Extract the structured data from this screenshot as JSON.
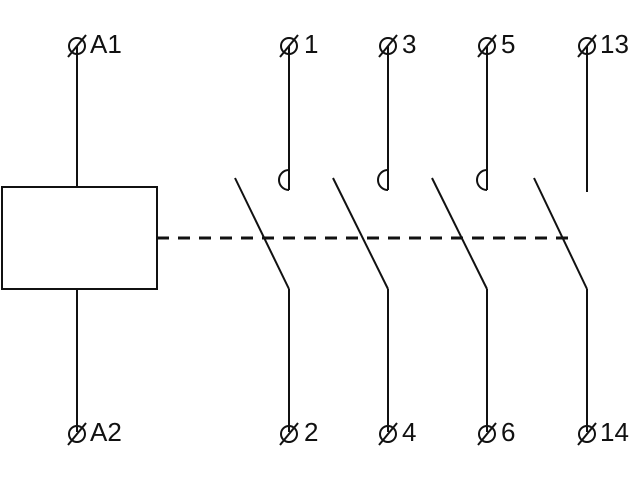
{
  "diagram": {
    "coil": {
      "top_terminal": "A1",
      "bottom_terminal": "A2"
    },
    "terminal_symbol": "⌀",
    "contacts": [
      {
        "type": "normally-open",
        "top_terminal": "1",
        "bottom_terminal": "2"
      },
      {
        "type": "normally-open",
        "top_terminal": "3",
        "bottom_terminal": "4"
      },
      {
        "type": "normally-open",
        "top_terminal": "5",
        "bottom_terminal": "6"
      },
      {
        "type": "normally-open-auxiliary",
        "top_terminal": "13",
        "bottom_terminal": "14"
      }
    ],
    "colors": {
      "line": "#111111",
      "background": "#ffffff"
    }
  }
}
